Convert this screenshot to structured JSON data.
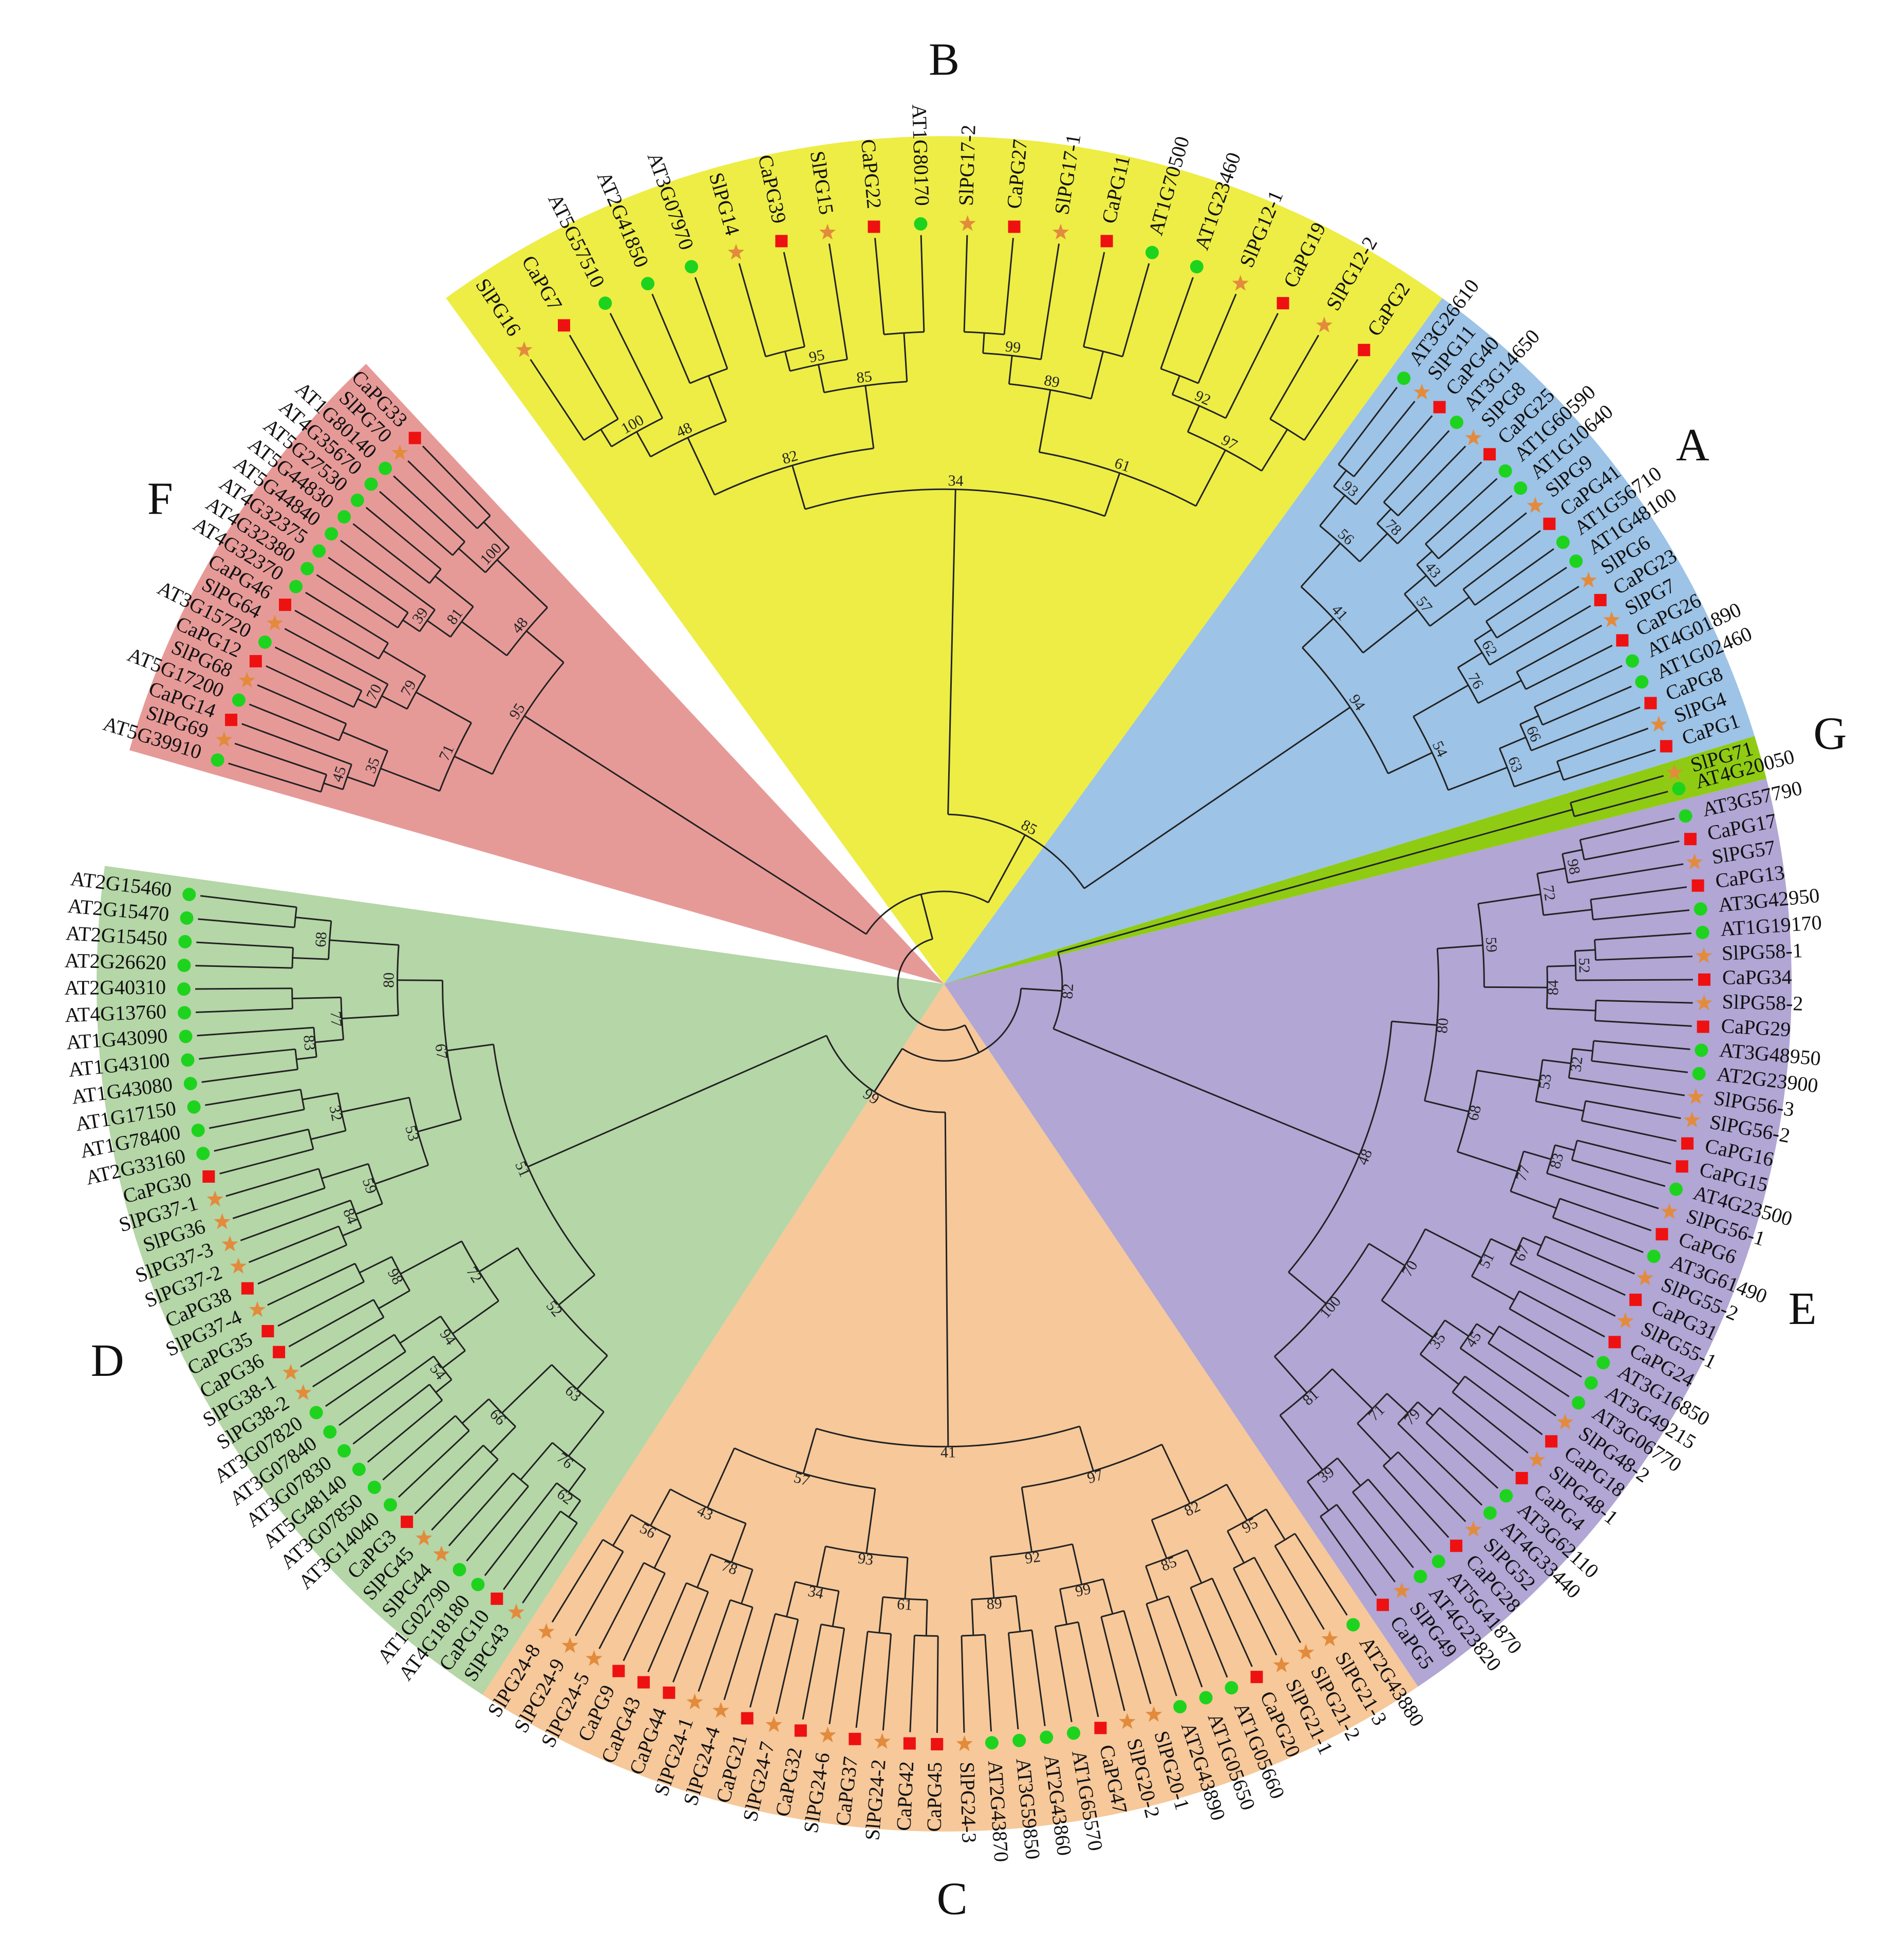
{
  "colors": {
    "A": "#9dc3e6",
    "B": "#eded45",
    "C": "#f6c89a",
    "D": "#b5d6a7",
    "E": "#b1a6d4",
    "F": "#e69a98",
    "G": "#8fcb13"
  },
  "markers": {
    "AT": {
      "shape": "circle",
      "color": "#1ed31e"
    },
    "Ca": {
      "shape": "square",
      "color": "#ee1111"
    },
    "Sl": {
      "shape": "star",
      "color": "#e38b3c"
    }
  },
  "clades": [
    {
      "id": "B",
      "label": "B",
      "leaves": [
        "SlPG16",
        "CaPG7",
        "AT5G57510",
        "AT2G41850",
        "AT3G07970",
        "SlPG14",
        "CaPG39",
        "SlPG15",
        "CaPG22",
        "AT1G80170",
        "SlPG17-2",
        "CaPG27",
        "SlPG17-1",
        "CaPG11",
        "AT1G70500",
        "AT1G23460",
        "SlPG12-1",
        "CaPG19",
        "SlPG12-2",
        "CaPG2"
      ]
    },
    {
      "id": "A",
      "label": "A",
      "leaves": [
        "AT3G26610",
        "SlPG11",
        "CaPG40",
        "AT3G14650",
        "SlPG8",
        "CaPG25",
        "AT1G60590",
        "AT1G10640",
        "SlPG9",
        "CaPG41",
        "AT1G56710",
        "AT1G48100",
        "SlPG6",
        "CaPG23",
        "SlPG7",
        "CaPG26",
        "AT4G01890",
        "AT1G02460",
        "CaPG8",
        "SlPG4",
        "CaPG1"
      ]
    },
    {
      "id": "G",
      "label": "G",
      "leaves": [
        "SlPG71",
        "AT4G20050"
      ]
    },
    {
      "id": "E",
      "label": "E",
      "leaves": [
        "AT3G57790",
        "CaPG17",
        "SlPG57",
        "CaPG13",
        "AT3G42950",
        "AT1G19170",
        "SlPG58-1",
        "CaPG34",
        "SlPG58-2",
        "CaPG29",
        "AT3G48950",
        "AT2G23900",
        "SlPG56-3",
        "SlPG56-2",
        "CaPG16",
        "CaPG15",
        "AT4G23500",
        "SlPG56-1",
        "CaPG6",
        "AT3G61490",
        "SlPG55-2",
        "CaPG31",
        "SlPG55-1",
        "CaPG24",
        "AT3G16850",
        "AT3G49215",
        "AT3G06770",
        "SlPG48-2",
        "CaPG18",
        "SlPG48-1",
        "CaPG4",
        "AT3G62110",
        "AT4G33440",
        "SlPG52",
        "CaPG28",
        "AT5G41870",
        "AT4G23820",
        "SlPG49",
        "CaPG5"
      ]
    },
    {
      "id": "C",
      "label": "C",
      "leaves": [
        "AT2G43880",
        "SlPG21-3",
        "SlPG21-2",
        "SlPG21-1",
        "CaPG20",
        "AT1G05660",
        "AT1G05650",
        "AT2G43890",
        "SlPG20-1",
        "SlPG20-2",
        "CaPG47",
        "AT1G65570",
        "AT2G43860",
        "AT3G59850",
        "AT2G43870",
        "SlPG24-3",
        "CaPG45",
        "CaPG42",
        "SlPG24-2",
        "CaPG37",
        "SlPG24-6",
        "CaPG32",
        "SlPG24-7",
        "CaPG21",
        "SlPG24-4",
        "SlPG24-1",
        "CaPG44",
        "CaPG43",
        "CaPG9",
        "SlPG24-5",
        "SlPG24-9",
        "SlPG24-8"
      ]
    },
    {
      "id": "D",
      "label": "D",
      "leaves": [
        "SlPG43",
        "CaPG10",
        "AT4G18180",
        "AT1G02790",
        "SlPG44",
        "SlPG45",
        "CaPG3",
        "AT3G14040",
        "AT3G07850",
        "AT5G48140",
        "AT3G07830",
        "AT3G07840",
        "AT3G07820",
        "SlPG38-2",
        "SlPG38-1",
        "CaPG36",
        "CaPG35",
        "SlPG37-4",
        "CaPG38",
        "SlPG37-2",
        "SlPG37-3",
        "SlPG36",
        "SlPG37-1",
        "CaPG30",
        "AT2G33160",
        "AT1G78400",
        "AT1G17150",
        "AT1G43080",
        "AT1G43100",
        "AT1G43090",
        "AT4G13760",
        "AT2G40310",
        "AT2G26620",
        "AT2G15450",
        "AT2G15470",
        "AT2G15460"
      ]
    },
    {
      "id": "F",
      "label": "F",
      "leaves": [
        "AT5G39910",
        "SlPG69",
        "CaPG14",
        "AT5G17200",
        "SlPG68",
        "CaPG12",
        "AT3G15720",
        "SlPG64",
        "CaPG46",
        "AT4G32370",
        "AT4G32380",
        "AT4G32375",
        "AT5G44840",
        "AT5G44830",
        "AT5G27530",
        "AT4G35670",
        "AT1G80140",
        "SlPG70",
        "CaPG33"
      ]
    }
  ],
  "bootstrap": [
    "100",
    "48",
    "95",
    "85",
    "82",
    "99",
    "89",
    "92",
    "97",
    "61",
    "34",
    "93",
    "78",
    "56",
    "43",
    "57",
    "41",
    "62",
    "76",
    "66",
    "63",
    "54",
    "94",
    "98",
    "72",
    "52",
    "84",
    "59",
    "32",
    "53",
    "83",
    "77",
    "68",
    "80",
    "67",
    "51",
    "45",
    "35",
    "70",
    "79",
    "71",
    "39",
    "81"
  ]
}
